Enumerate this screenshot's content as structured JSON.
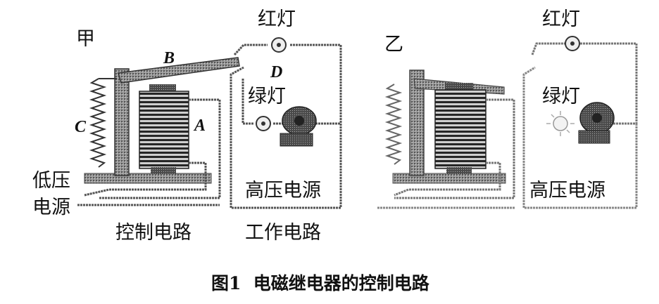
{
  "figure": {
    "caption": "图1  电磁继电器的控制电路",
    "colors": {
      "ink": "#222222",
      "dark": "#3a3a3a",
      "mid": "#7a7a7a",
      "light": "#b5b5b5",
      "background": "#ffffff"
    }
  },
  "panel_a": {
    "tag": "甲",
    "label_b": "B",
    "label_c": "C",
    "label_a": "A",
    "label_d": "D",
    "red_lamp": "红灯",
    "green_lamp": "绿灯",
    "low_voltage_1": "低压",
    "low_voltage_2": "电源",
    "high_voltage": "高压电源",
    "control_circuit": "控制电路",
    "working_circuit": "工作电路"
  },
  "panel_b": {
    "tag": "乙",
    "red_lamp": "红灯",
    "green_lamp": "绿灯",
    "high_voltage": "高压电源"
  }
}
